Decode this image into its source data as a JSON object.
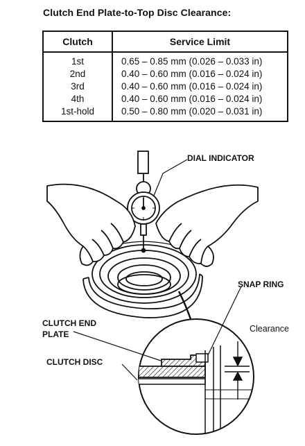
{
  "title": "Clutch End Plate-to-Top Disc Clearance:",
  "table": {
    "headers": [
      "Clutch",
      "Service Limit"
    ],
    "rows": [
      [
        "1st",
        "0.65 – 0.85 mm (0.026 – 0.033 in)"
      ],
      [
        "2nd",
        "0.40 – 0.60 mm (0.016 – 0.024 in)"
      ],
      [
        "3rd",
        "0.40 – 0.60 mm (0.016 – 0.024 in)"
      ],
      [
        "4th",
        "0.40 – 0.60 mm (0.016 – 0.024 in)"
      ],
      [
        "1st-hold",
        "0.50 – 0.80 mm (0.020 – 0.031 in)"
      ]
    ]
  },
  "labels": {
    "dial_indicator": "DIAL INDICATOR",
    "snap_ring": "SNAP RING",
    "clearance": "Clearance",
    "clutch_end_plate_1": "CLUTCH END",
    "clutch_end_plate_2": "PLATE",
    "clutch_disc": "CLUTCH DISC"
  }
}
